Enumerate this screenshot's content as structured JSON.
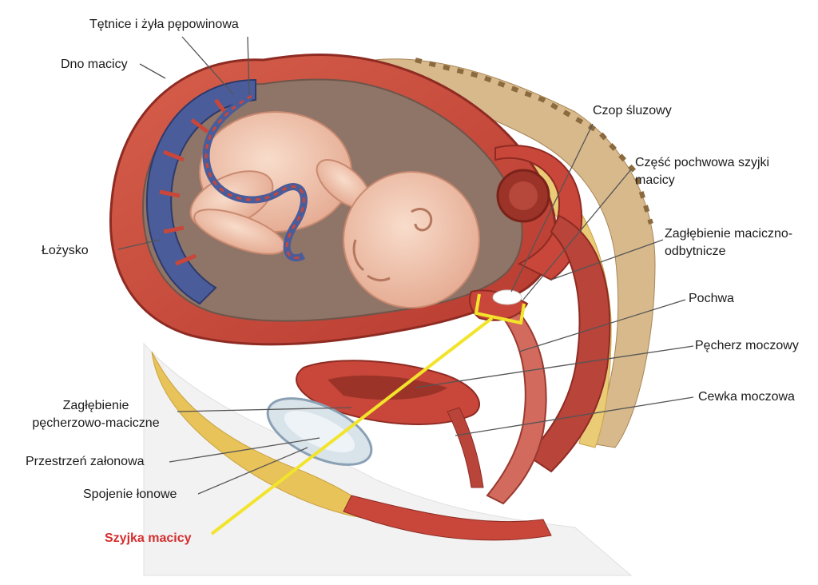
{
  "labels": {
    "umbilical": "Tętnice i żyła pępowinowa",
    "fundus": "Dno macicy",
    "placenta": "Łożysko",
    "mucus_plug": "Czop śluzowy",
    "cervix_vaginal_part_1": "Część pochwowa szyjki",
    "cervix_vaginal_part_2": "macicy",
    "rectouterine_1": "Zagłębienie maciczno-",
    "rectouterine_2": "odbytnicze",
    "vagina": "Pochwa",
    "bladder": "Pęcherz moczowy",
    "urethra": "Cewka moczowa",
    "vesicouterine_1": "Zagłębienie",
    "vesicouterine_2": "pęcherzowo-maciczne",
    "retropubic": "Przestrzeń załonowa",
    "symphysis": "Spojenie łonowe",
    "cervix": "Szyjka macicy"
  },
  "colors": {
    "highlight_label": "#d42e2e",
    "highlight_marker": "#f2e42a",
    "leader_line": "#555555",
    "muscle": "#c8473a",
    "placenta": "#4a5c9a",
    "fat": "#e8c35a",
    "skin": "#f3cdb6"
  }
}
